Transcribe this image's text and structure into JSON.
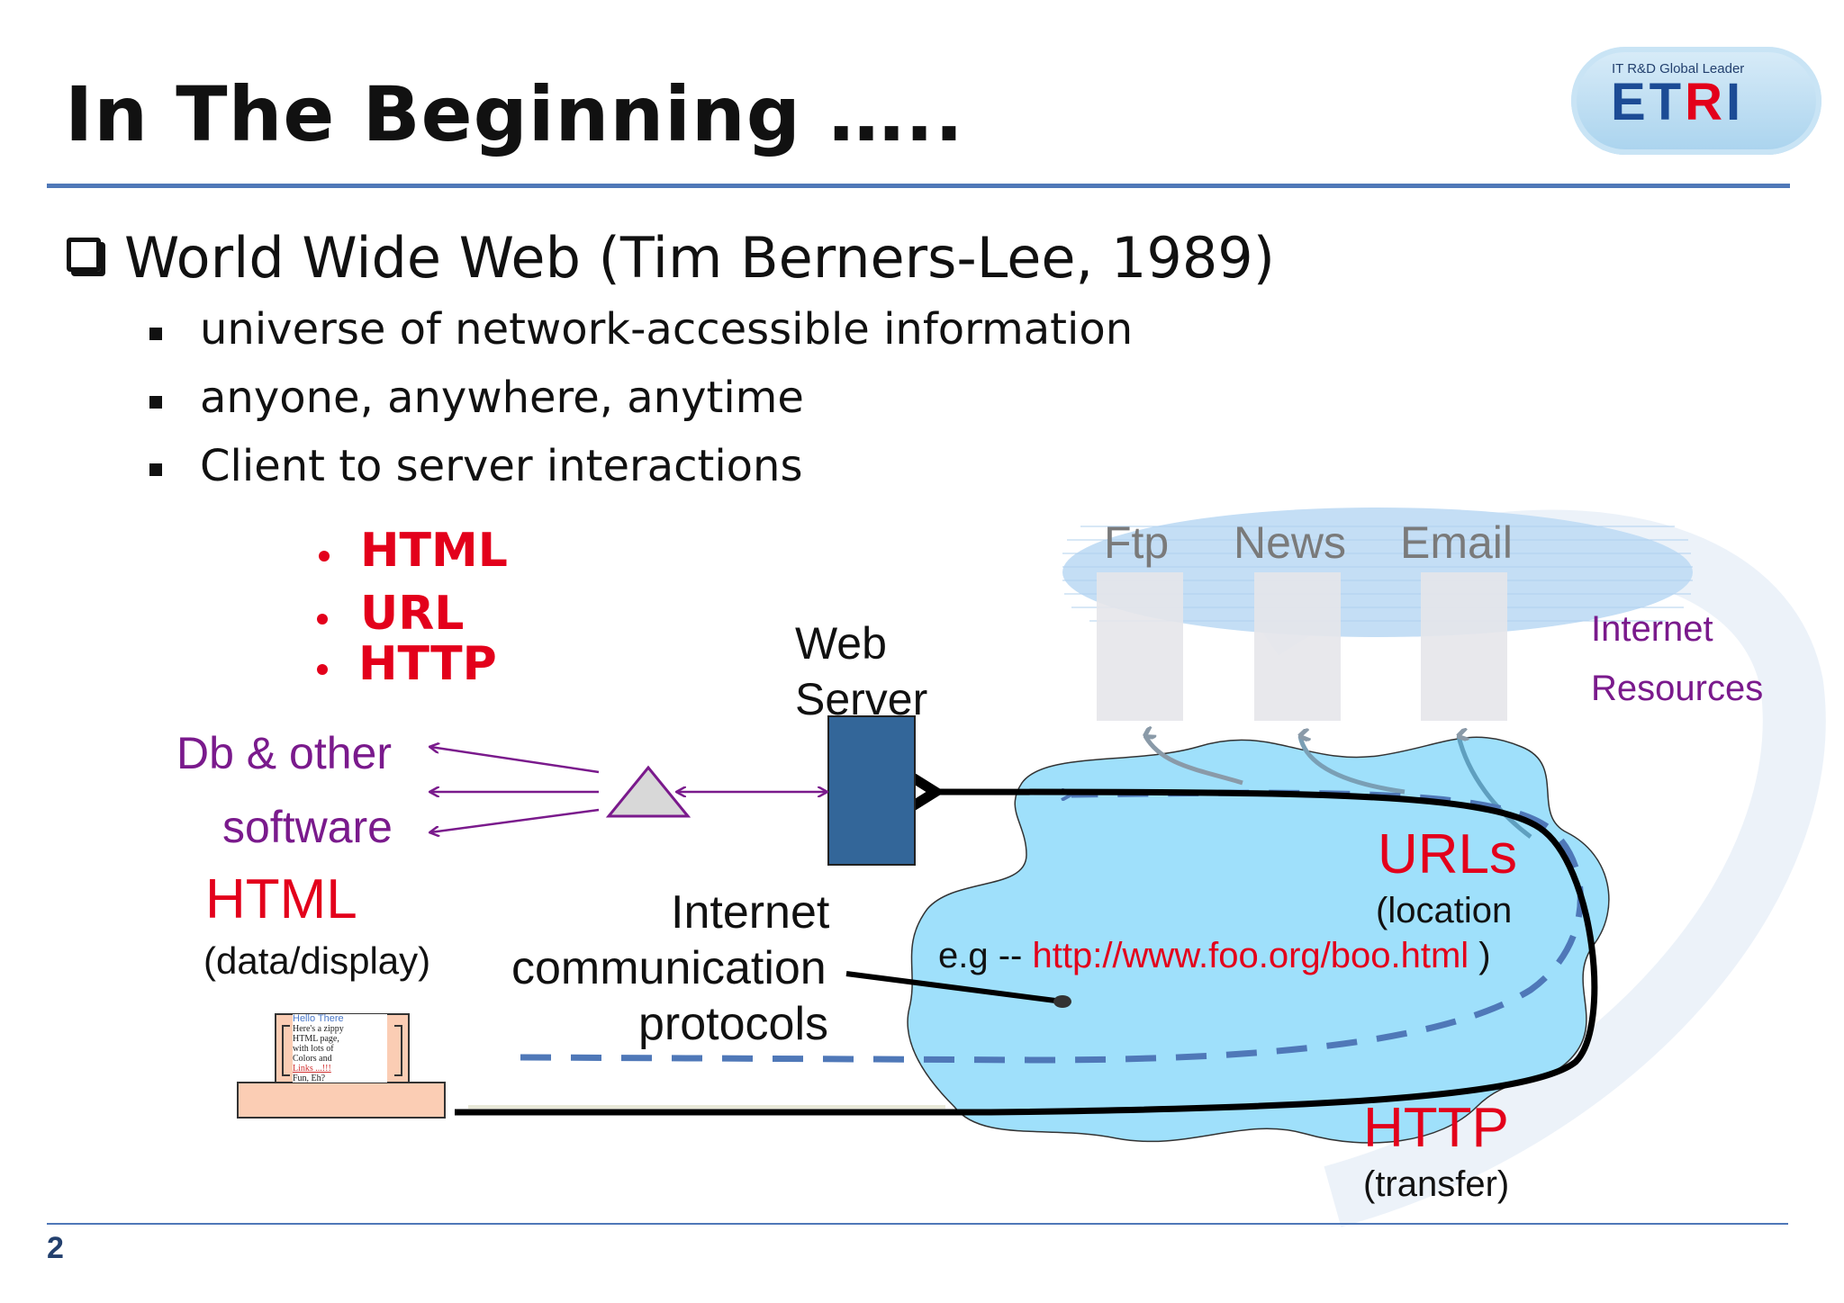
{
  "slide": {
    "title": "In The Beginning …..",
    "page_number": "2"
  },
  "logo": {
    "tagline": "IT R&D Global Leader",
    "wordmark_left": "ET",
    "wordmark_accent": "R",
    "wordmark_right": "I"
  },
  "heading": "World Wide Web (Tim Berners-Lee, 1989)",
  "sub_bullets": [
    "universe of network-accessible information",
    "anyone, anywhere, anytime",
    "Client to server interactions"
  ],
  "protocols": [
    "HTML",
    "URL",
    "HTTP"
  ],
  "diagram": {
    "resources": [
      "Ftp",
      "News",
      "Email"
    ],
    "internet_resources": [
      "Internet",
      "Resources"
    ],
    "web_server": [
      "Web",
      "Server"
    ],
    "db_software": [
      "Db & other",
      "software"
    ],
    "html_title": "HTML",
    "html_sub": "(data/display)",
    "protocols_caption": [
      "Internet",
      "communication",
      "protocols"
    ],
    "urls_title": "URLs",
    "urls_sub": "(location",
    "url_prefix": "e.g --",
    "url_example": "http://www.foo.org/boo.html",
    "url_suffix": ")",
    "http_title": "HTTP",
    "http_sub": "(transfer)",
    "browser_page": {
      "heading": "Hello There",
      "lines": [
        "Here's a zippy",
        "HTML page,",
        "with lots of",
        "Colors and",
        "Links ...!!!",
        "Fun, Eh?"
      ]
    }
  },
  "colors": {
    "accent_red": "#e3001b",
    "purple": "#7a1a8c",
    "rule_blue": "#4f78b8",
    "server_blue": "#336699",
    "cloud_blue": "#9fe0fb",
    "dashed_blue": "#4f78b8"
  }
}
